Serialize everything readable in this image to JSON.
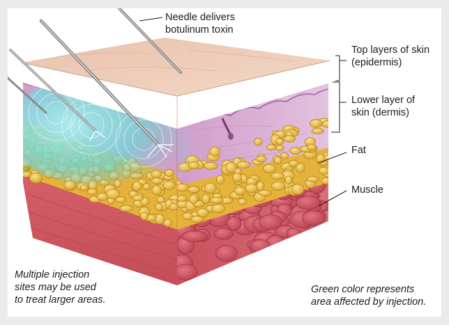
{
  "labels": {
    "needle": [
      "Needle delivers",
      "botulinum toxin"
    ],
    "epidermis": [
      "Top layers of skin",
      "(epidermis)"
    ],
    "dermis": [
      "Lower layer of",
      "skin (dermis)"
    ],
    "fat": "Fat",
    "muscle": "Muscle"
  },
  "captions": {
    "left": [
      "Multiple injection",
      "sites may be used",
      "to treat larger areas."
    ],
    "right": [
      "Green color represents",
      "area affected by injection."
    ]
  },
  "colors": {
    "background": "#ebebeb",
    "panel": "#ffffff",
    "skin_top": "#ecc9b4",
    "epidermis": "#a8539a",
    "dermis": "#d3a3cc",
    "fat": "#e9bb3d",
    "muscle": "#d4555f",
    "toxin_area": "#7ad5d8",
    "needle": "#8c8c8c"
  }
}
